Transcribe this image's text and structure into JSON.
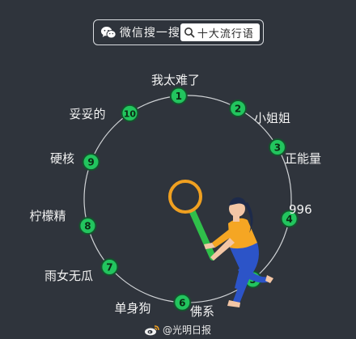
{
  "header": {
    "app_name": "微信搜一搜",
    "search_query": "十大流行语"
  },
  "dial": {
    "items": [
      {
        "number": "1",
        "phrase": "我太难了"
      },
      {
        "number": "2",
        "phrase": "小姐姐"
      },
      {
        "number": "3",
        "phrase": "正能量"
      },
      {
        "number": "4",
        "phrase": "996"
      },
      {
        "number": "5",
        "phrase": "佛系"
      },
      {
        "number": "6",
        "phrase": "单身狗"
      },
      {
        "number": "7",
        "phrase": "雨女无瓜"
      },
      {
        "number": "8",
        "phrase": "柠檬精"
      },
      {
        "number": "9",
        "phrase": "硬核"
      },
      {
        "number": "10",
        "phrase": "妥妥的"
      }
    ]
  },
  "watermark": {
    "text": "@光明日报"
  },
  "colors": {
    "background": "#2f343c",
    "dot_fill": "#22c55e",
    "dot_ring": "#14532d",
    "circle_line": "#d0d3d6",
    "magnifier_ring": "#f0a020",
    "magnifier_handle": "#2fbf4a",
    "shirt": "#f5a623",
    "pants": "#2c54c8",
    "skin": "#f3c6a5"
  }
}
